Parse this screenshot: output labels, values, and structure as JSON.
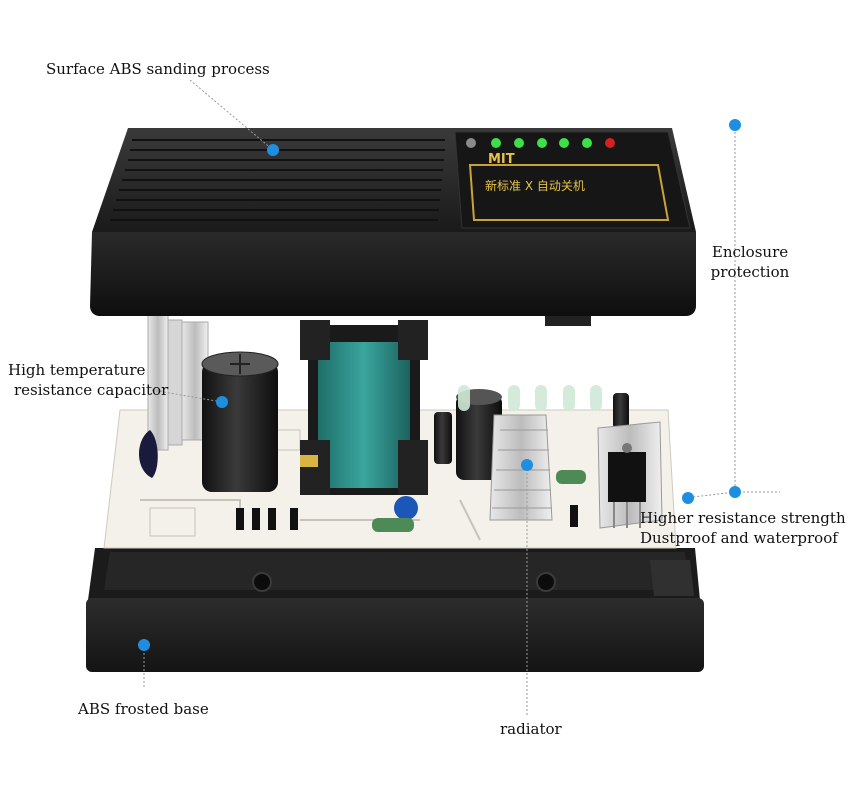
{
  "callouts": {
    "surface": "Surface ABS sanding process",
    "enclosure_line1": "Enclosure",
    "enclosure_line2": "protection",
    "capacitor_line1": "High temperature",
    "capacitor_line2": "resistance capacitor",
    "strength_line1": "Higher resistance strength",
    "strength_line2": "Dustproof and waterproof",
    "base": "ABS frosted base",
    "radiator": "radiator"
  },
  "device": {
    "brand": "MIT",
    "panel_text": "新标准 X 自动关机"
  },
  "colors": {
    "marker": "#1e8fe0",
    "housing": "#1f1f1f",
    "led": "#3ee04a",
    "panel_accent": "#c9a23a",
    "transformer": "#2e8c86"
  }
}
